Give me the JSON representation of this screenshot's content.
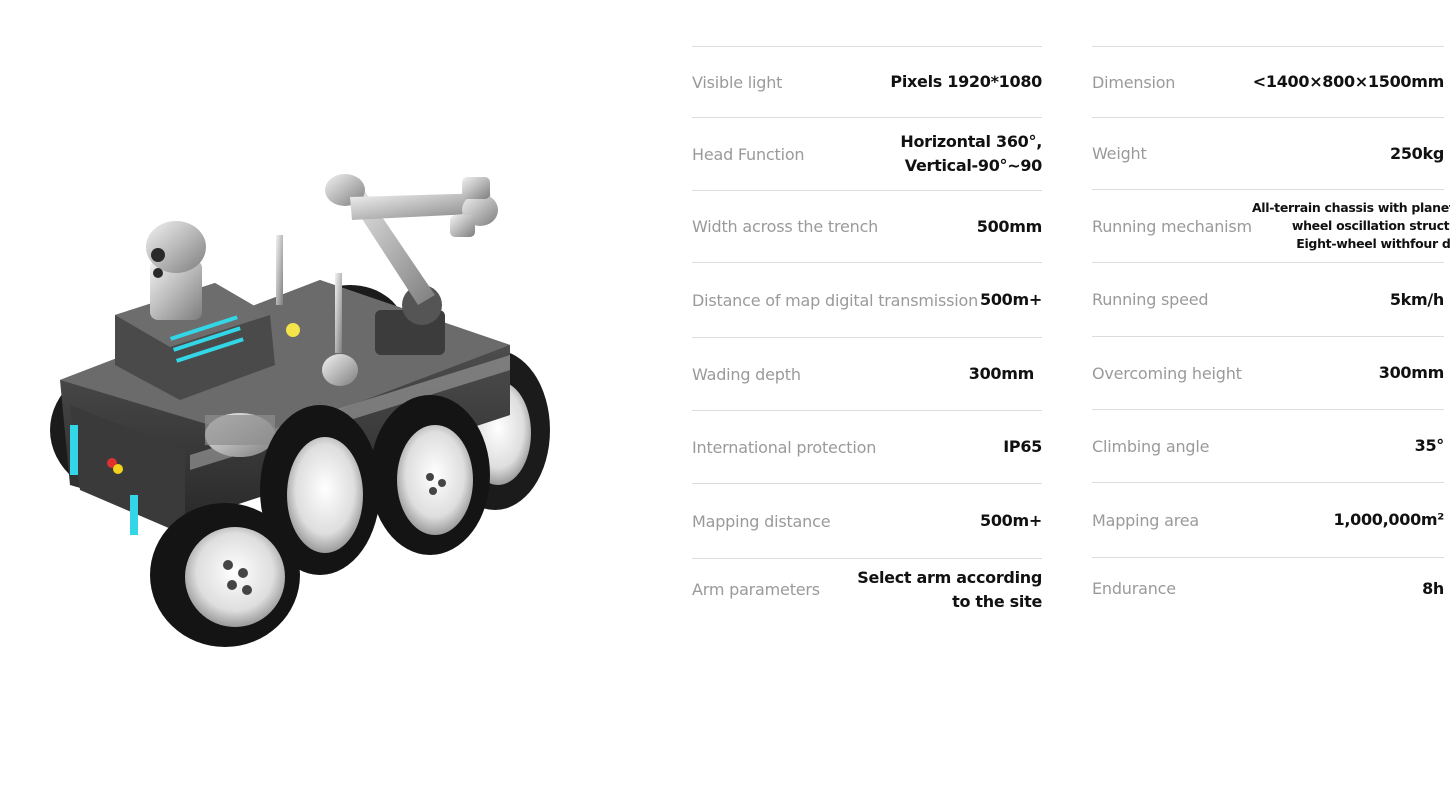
{
  "product_image": {
    "alt": "",
    "icon": "wheeled-robot-with-arm"
  },
  "specs_left": [
    {
      "label": "Visible light",
      "value": [
        "Pixels 1920*1080"
      ]
    },
    {
      "label": "Head Function",
      "value": [
        "Horizontal 360°,",
        "Vertical-90°~90"
      ]
    },
    {
      "label": "Width across the trench",
      "value": [
        "500mm"
      ]
    },
    {
      "label": "Distance of map digital transmission",
      "value": [
        "500m+"
      ]
    },
    {
      "label": "Wading depth",
      "value": [
        "300mm"
      ]
    },
    {
      "label": "International protection",
      "value": [
        "IP65"
      ]
    },
    {
      "label": "Mapping distance",
      "value": [
        "500m+"
      ]
    },
    {
      "label": "Arm parameters",
      "value": [
        "Select arm according",
        "to the site"
      ]
    }
  ],
  "specs_right": [
    {
      "label": "Dimension",
      "value": [
        "<1400×800×1500mm"
      ]
    },
    {
      "label": "Weight",
      "value": [
        "250kg"
      ]
    },
    {
      "label": "Running mechanism",
      "value": [
        "All-terrain chassis with planetary",
        "wheel oscillation structure,",
        "Eight-wheel withfour drive"
      ]
    },
    {
      "label": "Running speed",
      "value": [
        "5km/h"
      ]
    },
    {
      "label": "Overcoming height",
      "value": [
        "300mm"
      ]
    },
    {
      "label": "Climbing angle",
      "value": [
        "35°"
      ]
    },
    {
      "label": "Mapping area",
      "value": [
        "1,000,000m²"
      ]
    },
    {
      "label": "Endurance",
      "value": [
        "8h"
      ]
    }
  ],
  "colors": {
    "label": "#9a9a9a",
    "value": "#111111",
    "divider": "#dcdcdc",
    "accent_light": "#33d6e6"
  }
}
